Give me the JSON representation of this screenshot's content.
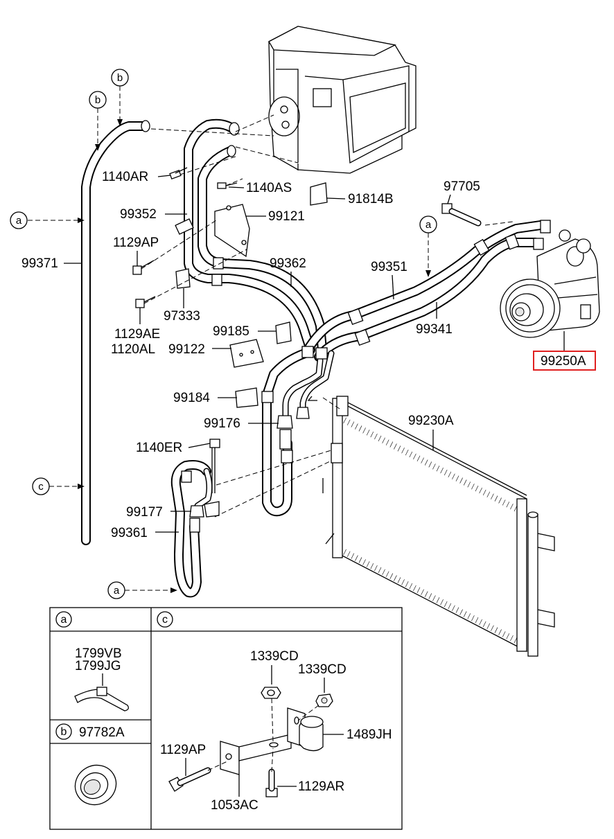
{
  "part_labels": {
    "p1140AR": "1140AR",
    "p1140AS": "1140AS",
    "p91814B": "91814B",
    "p97705": "97705",
    "p99352": "99352",
    "p99121": "99121",
    "p1129AP": "1129AP",
    "p99371": "99371",
    "p99362": "99362",
    "p99351": "99351",
    "p97333": "97333",
    "p1129AE": "1129AE",
    "p99185": "99185",
    "p99341": "99341",
    "p1120AL": "1120AL",
    "p99122": "99122",
    "p99250A": "99250A",
    "p99184": "99184",
    "p99176": "99176",
    "p99230A": "99230A",
    "p1140ER": "1140ER",
    "p99177": "99177",
    "p99361": "99361"
  },
  "highlighted_part": "99250A",
  "highlight_color": "#e02020",
  "callouts": {
    "a": "a",
    "b": "b",
    "c": "c"
  },
  "detail_table": {
    "header_a": "a",
    "header_b": "b",
    "header_c": "c",
    "a_part_1": "1799VB",
    "a_part_2": "1799JG",
    "b_part": "97782A",
    "c_parts": {
      "p1339CD_1": "1339CD",
      "p1339CD_2": "1339CD",
      "p1489JH": "1489JH",
      "p1129AP": "1129AP",
      "p1129AR": "1129AR",
      "p1053AC": "1053AC"
    }
  }
}
